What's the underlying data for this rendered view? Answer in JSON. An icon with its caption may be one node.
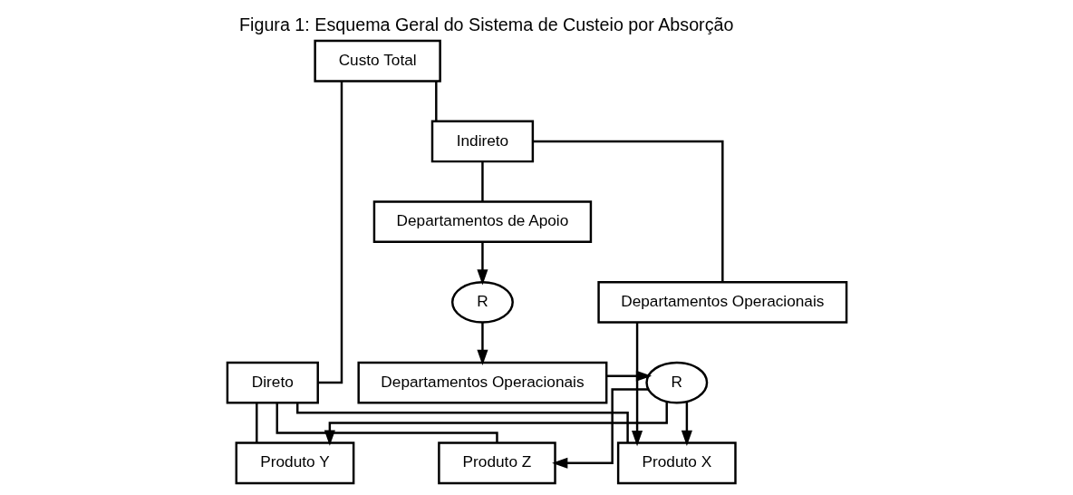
{
  "diagram": {
    "title": "Figura 1: Esquema Geral do Sistema de Custeio por Absorção",
    "nodes": [
      {
        "text": [
          "Custo Total"
        ]
      },
      {
        "text": [
          "Direto"
        ]
      },
      {
        "text": [
          "Indireto"
        ]
      },
      {
        "text": [
          "Departamentos Operacionais"
        ]
      },
      {
        "text": [
          "Departamentos de Apoio"
        ]
      },
      {
        "text": [
          "R"
        ]
      },
      {
        "text": [
          "Departamentos Operacionais"
        ]
      },
      {
        "text": [
          "R"
        ]
      },
      {
        "text": [
          "Produto X"
        ]
      },
      {
        "text": [
          "Produto Y"
        ]
      },
      {
        "text": [
          "Produto Z"
        ]
      }
    ],
    "edges": [
      {
        "from": 0,
        "to": 1,
        "arrow": "none"
      },
      {
        "from": 0,
        "to": 2,
        "arrow": "none"
      },
      {
        "from": 2,
        "to": 3,
        "arrow": "none"
      },
      {
        "from": 2,
        "to": 4,
        "arrow": "none"
      },
      {
        "from": 3,
        "to": 8,
        "arrow": "to"
      },
      {
        "from": 4,
        "to": 5,
        "arrow": "to"
      },
      {
        "from": 5,
        "to": 6,
        "arrow": "to"
      },
      {
        "from": 6,
        "to": 7,
        "arrow": "to"
      },
      {
        "from": 7,
        "to": 8,
        "arrow": "to"
      },
      {
        "from": 7,
        "to": 9,
        "arrow": "to"
      },
      {
        "from": 7,
        "to": 10,
        "arrow": "to"
      },
      {
        "from": 1,
        "to": 8,
        "arrow": "none"
      },
      {
        "from": 1,
        "to": 9,
        "arrow": "none"
      },
      {
        "from": 1,
        "to": 10,
        "arrow": "none"
      }
    ]
  }
}
